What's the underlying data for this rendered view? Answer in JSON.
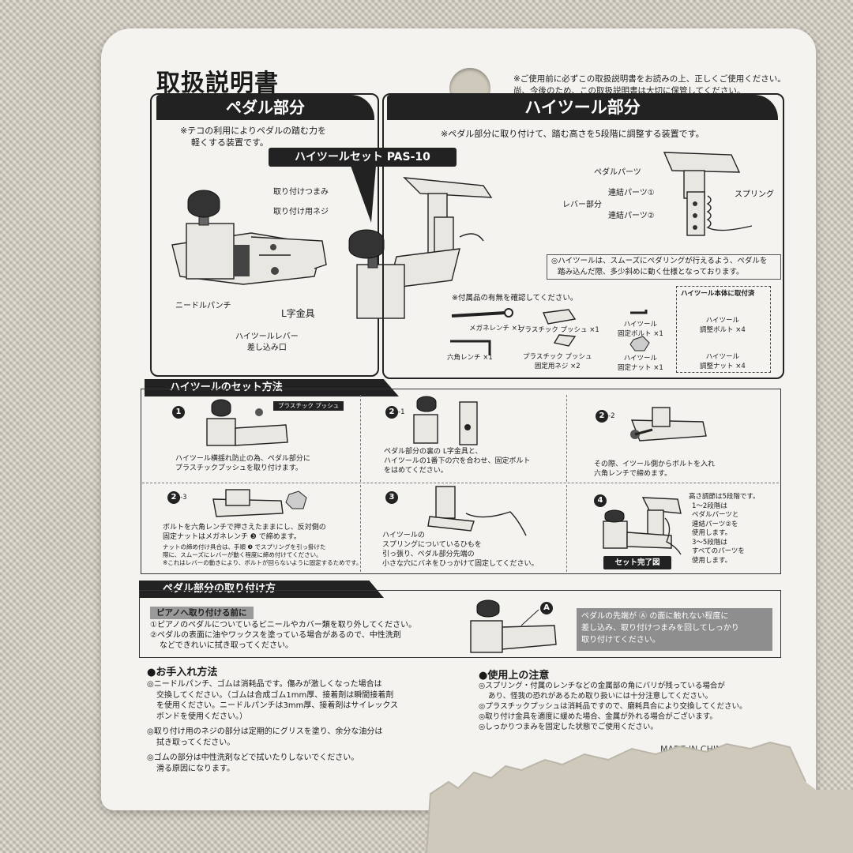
{
  "manual_title": "取扱説明書",
  "notice": [
    "※ご使用前に必ずこの取扱説明書をお読みの上、正しくご使用ください。",
    "尚、今後のため、この取扱説明書は大切に保管してください。"
  ],
  "pedal_section": {
    "heading": "ペダル部分",
    "intro": [
      "※テコの利用によりペダルの踏む力を",
      "軽くする装置です。"
    ],
    "set_label": "ハイツールセット PAS-10",
    "labels": {
      "knob": "取り付けつまみ",
      "screw": "取り付け用ネジ",
      "needle_punch": "ニードルパンチ",
      "bracket": "L字金具",
      "lever_slot": [
        "ハイツールレバー",
        "差し込み口"
      ]
    }
  },
  "hightool_section": {
    "heading": "ハイツール部分",
    "intro": "※ペダル部分に取り付けて、踏む高さを5段階に調整する装置です。",
    "labels": {
      "pedal_parts": "ペダルパーツ",
      "link1": "連結パーツ①",
      "lever": "レバー部分",
      "link2": "連結パーツ②",
      "spring": "スプリング"
    },
    "note": [
      "◎ハイツールは、スムーズにペダリングが行えるよう、ペダルを",
      "踏み込んだ際、多少斜めに動く仕様となっております。"
    ]
  },
  "accessories": {
    "title": "※付属品の有無を確認してください。",
    "items": [
      {
        "name": "メガネレンチ ×1"
      },
      {
        "name": "プラスチック プッシュ ×1"
      },
      {
        "name": [
          "ハイツール",
          "固定ボルト ×1"
        ]
      },
      {
        "name": "六角レンチ ×1"
      },
      {
        "name": [
          "プラスチック プッシュ",
          "固定用ネジ ×2"
        ]
      },
      {
        "name": [
          "ハイツール",
          "固定ナット ×1"
        ]
      }
    ],
    "attached_title": "ハイツール本体に取付済",
    "attached": [
      {
        "name": [
          "ハイツール",
          "調整ボルト ×4"
        ]
      },
      {
        "name": [
          "ハイツール",
          "調整ナット ×4"
        ]
      }
    ]
  },
  "setup": {
    "heading": "ハイツールのセット方法",
    "steps": [
      {
        "num": "1",
        "tag": "プラスチック プッシュ",
        "text": [
          "ハイツール横揺れ防止の為、ペダル部分に",
          "プラスチックプッシュを取り付けます。"
        ]
      },
      {
        "num": "2",
        "sub": "-1",
        "text": [
          "ペダル部分の裏の L字金具と、",
          "ハイツールの1番下の穴を合わせ、固定ボルト",
          "をはめてください。"
        ]
      },
      {
        "num": "2",
        "sub": "-2",
        "text": [
          "その際、イツール側からボルトを入れ",
          "六角レンチで締めます。"
        ]
      },
      {
        "num": "2",
        "sub": "-3",
        "text": [
          "ボルトを六角レンチで押さえたままにし、反対側の",
          "固定ナットはメガネレンチ ❸ で締めます。"
        ],
        "fine": [
          "ナットの締め付け具合は、手順 ❸ でスプリングを引っ掛けた",
          "際に、スムーズにレバーが動く程度に締め付けてください。",
          "※これはレバーの動きにより、ボルトが回らないように固定するためです。"
        ]
      },
      {
        "num": "3",
        "text": [
          "ハイツールの",
          "スプリングについているひもを",
          "引っ張り、ペダル部分先端の",
          "小さな穴にバネをひっかけて固定してください。"
        ]
      },
      {
        "num": "4",
        "done": "セット完了図",
        "text": [
          "高さ調節は5段階です。",
          "1～2段階は",
          "ペダルパーツと",
          "連結パーツ②を",
          "使用します。",
          "3～5段階は",
          "すべてのパーツを",
          "使用します。"
        ]
      }
    ]
  },
  "pedal_install": {
    "heading": "ペダル部分の取り付け方",
    "before_label": "ピアノへ取り付ける前に",
    "items": [
      "①ピアノのペダルについているビニールやカバー類を取り外してください。",
      "②ペダルの表面に油やワックスを塗っている場合があるので、中性洗剤",
      "などできれいに拭き取ってください。"
    ],
    "marker": "A",
    "callout": [
      "ペダルの先端が Ⓐ の面に触れない程度に",
      "差し込み、取り付けつまみを回してしっかり",
      "取り付けてください。"
    ]
  },
  "care": {
    "heading": "●お手入れ方法",
    "items": [
      [
        "◎ニードルパンチ、ゴムは消耗品です。傷みが激しくなった場合は",
        "交換してください。（ゴムは合成ゴム1mm厚、接着剤は瞬間接着剤",
        "を使用ください。ニードルパンチは3mm厚、接着剤はサイレックス",
        "ボンドを使用ください。）"
      ],
      [
        "◎取り付け用のネジの部分は定期的にグリスを塗り、余分な油分は",
        "拭き取ってください。"
      ],
      [
        "◎ゴムの部分は中性洗剤などで拭いたりしないでください。",
        "滑る原因になります。"
      ]
    ]
  },
  "caution": {
    "heading": "●使用上の注意",
    "items": [
      [
        "◎スプリング・付属のレンチなどの金属部の角にバリが残っている場合が",
        "あり、怪我の恐れがあるため取り扱いには十分注意してください。"
      ],
      [
        "◎プラスチックプッシュは消耗品ですので、磨耗具合により交換してください。"
      ],
      [
        "◎取り付け金具を適度に緩めた場合、金属が外れる場合がございます。"
      ],
      [
        "◎しっかりつまみを固定した状態でご使用ください。"
      ]
    ]
  },
  "made_in": "MADE IN CHINA"
}
